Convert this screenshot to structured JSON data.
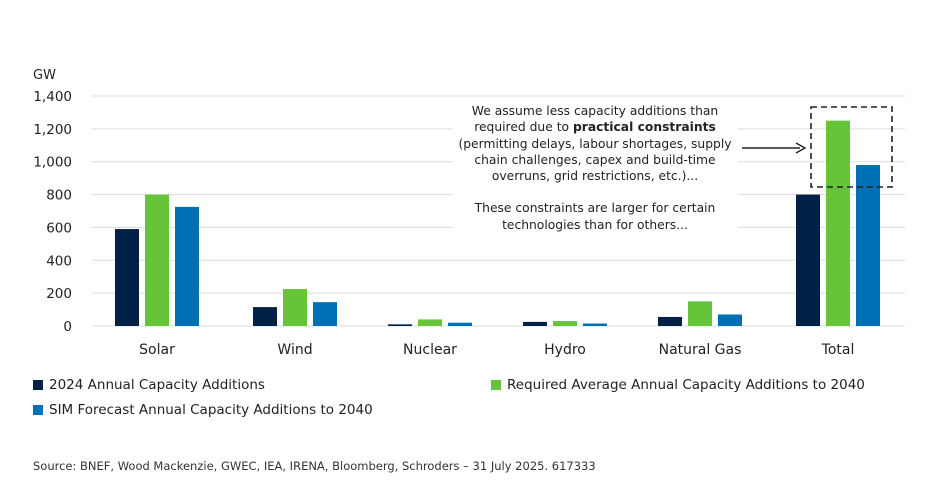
{
  "chart_data": {
    "type": "bar",
    "ylabel": "GW",
    "ylim": [
      0,
      1400
    ],
    "yticks": [
      0,
      200,
      400,
      600,
      800,
      1000,
      1200,
      1400
    ],
    "ytick_labels": [
      "0",
      "200",
      "400",
      "600",
      "800",
      "1,000",
      "1,200",
      "1,400"
    ],
    "grid": true,
    "categories": [
      "Solar",
      "Wind",
      "Nuclear",
      "Hydro",
      "Natural Gas",
      "Total"
    ],
    "series": [
      {
        "name": "2024 Annual Capacity Additions",
        "color": "#002147",
        "values": [
          590,
          115,
          10,
          25,
          55,
          800
        ]
      },
      {
        "name": "Required Average Annual Capacity Additions to 2040",
        "color": "#66c43a",
        "values": [
          800,
          225,
          40,
          30,
          150,
          1250
        ]
      },
      {
        "name": "SIM Forecast Annual Capacity Additions to 2040",
        "color": "#0070b4",
        "values": [
          725,
          145,
          20,
          15,
          70,
          980
        ]
      }
    ],
    "legend_position": "bottom",
    "annotation": {
      "line1": "We assume less capacity additions than",
      "line2_pre": "required due to ",
      "line2_bold": "practical constraints",
      "line3": "(permitting delays, labour shortages, supply",
      "line4": "chain challenges, capex and build-time",
      "line5": "overruns, grid restrictions, etc.)...",
      "line6": "These constraints are larger for certain",
      "line7": "technologies than for others..."
    }
  },
  "source": "Source: BNEF, Wood Mackenzie, GWEC, IEA, IRENA, Bloomberg, Schroders – 31 July 2025. 617333"
}
